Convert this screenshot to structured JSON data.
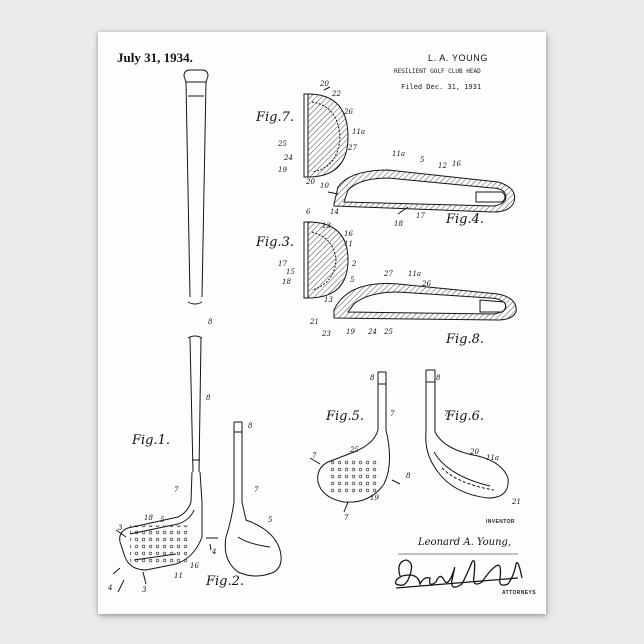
{
  "header": {
    "date": "July 31, 1934.",
    "inventor": "L. A. YOUNG",
    "title": "RESILIENT GOLF CLUB HEAD",
    "filed": "Filed Dec. 31, 1931"
  },
  "figures": {
    "fig1": "Fig.1.",
    "fig2": "Fig.2.",
    "fig3": "Fig.3.",
    "fig4": "Fig.4.",
    "fig5": "Fig.5.",
    "fig6": "Fig.6.",
    "fig7": "Fig.7.",
    "fig8": "Fig.8."
  },
  "refs": {
    "r8a": "8",
    "r8b": "8",
    "r7a": "7",
    "r3a": "3",
    "r18a": "18",
    "r5a": "5",
    "r4a": "4",
    "r4b": "4",
    "r3b": "3",
    "r11a": "11",
    "r16a": "16",
    "r8c": "8",
    "r7b": "7",
    "r5b": "5",
    "r20a": "20",
    "r22": "22",
    "r26a": "26",
    "r11aa": "11a",
    "r25a": "25",
    "r27a": "27",
    "r24": "24",
    "r19a": "19",
    "r20b": "20",
    "r11ab": "11a",
    "r5c": "5",
    "r12": "12",
    "r16b": "16",
    "r10": "10",
    "r14": "14",
    "r18b": "18",
    "r17a": "17",
    "r6": "6",
    "r13a": "13",
    "r16c": "16",
    "r11b": "11",
    "r17b": "17",
    "r2": "2",
    "r15": "15",
    "r18c": "18",
    "r5d": "5",
    "r13b": "13",
    "r27b": "27",
    "r11ac": "11a",
    "r26b": "26",
    "r21a": "21",
    "r23": "23",
    "r19b": "19",
    "r24b": "24",
    "r25b": "25",
    "r8d": "8",
    "r7c": "7",
    "r7d": "7",
    "r25c": "25",
    "r8e": "8",
    "r19c": "19",
    "r7e": "7",
    "r8f": "8",
    "r7f": "7",
    "r20c": "20",
    "r11ad": "11a",
    "r21b": "21"
  },
  "signature": {
    "role_inventor": "INVENTOR",
    "inventor_signature": "Leonard A. Young,",
    "role_attorneys": "ATTORNEYS"
  }
}
